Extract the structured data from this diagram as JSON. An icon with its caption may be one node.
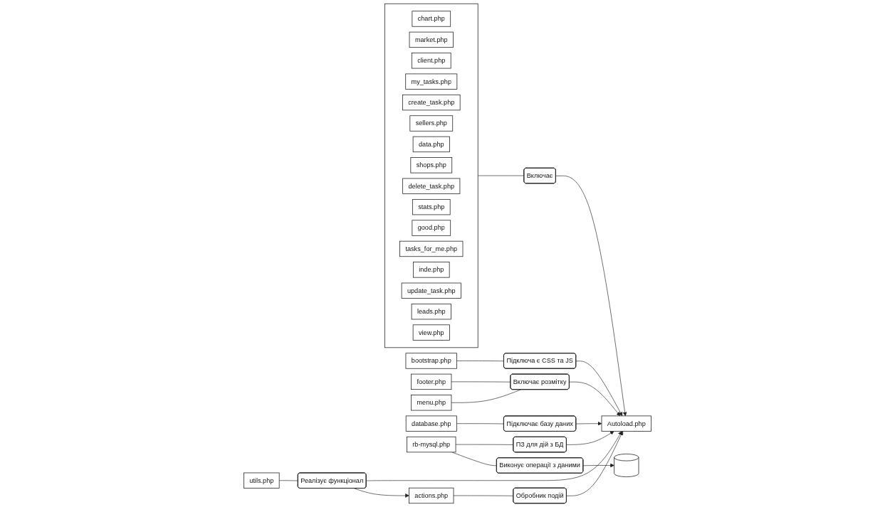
{
  "diagram": {
    "nodes": [
      {
        "text": [
          "bootstrap.php"
        ]
      },
      {
        "text": [
          "Підключа є CSS та JS"
        ]
      },
      {
        "text": [
          "footer.php"
        ]
      },
      {
        "text": [
          "Включає розмітку"
        ]
      },
      {
        "text": [
          "menu.php"
        ]
      },
      {
        "text": [
          "Autoload.php"
        ]
      },
      {
        "text": [],
        "shape": "box"
      },
      {
        "text": [
          "chart.php"
        ],
        "in": 6
      },
      {
        "text": [
          "market.php"
        ],
        "in": 6
      },
      {
        "text": [
          "client.php"
        ],
        "in": 6
      },
      {
        "text": [
          "my_tasks.php"
        ],
        "in": 6
      },
      {
        "text": [
          "create_task.php"
        ],
        "in": 6
      },
      {
        "text": [
          "sellers.php"
        ],
        "in": 6
      },
      {
        "text": [
          "data.php"
        ],
        "in": 6
      },
      {
        "text": [
          "shops.php"
        ],
        "in": 6
      },
      {
        "text": [
          "delete_task.php"
        ],
        "in": 6
      },
      {
        "text": [
          "stats.php"
        ],
        "in": 6
      },
      {
        "text": [
          "good.php"
        ],
        "in": 6
      },
      {
        "text": [
          "tasks_for_me.php"
        ],
        "in": 6
      },
      {
        "text": [
          "inde.php"
        ],
        "in": 6
      },
      {
        "text": [
          "update_task.php"
        ],
        "in": 6
      },
      {
        "text": [
          "leads.php"
        ],
        "in": 6
      },
      {
        "text": [
          "view.php"
        ],
        "in": 6
      },
      {
        "text": [
          "database.php"
        ]
      },
      {
        "text": [
          "Підключає базу даних"
        ]
      },
      {
        "text": [
          "Включає"
        ]
      },
      {
        "text": [
          "rb-mysql.php"
        ]
      },
      {
        "text": [
          "ПЗ для дій з БД"
        ]
      },
      {
        "text": [
          "Обробник подій"
        ]
      },
      {
        "text": [
          "utils.php"
        ]
      },
      {
        "text": [
          "Реалізує функціонал"
        ]
      },
      {
        "text": [
          "actions.php"
        ]
      },
      {
        "text": [
          "Виконує операції з даними"
        ]
      },
      {
        "text": [],
        "shape": "cylinder"
      }
    ],
    "edges": [
      {
        "from": 0,
        "to": 1,
        "arrow": "none"
      },
      {
        "from": 1,
        "to": 5,
        "arrow": "to"
      },
      {
        "from": 2,
        "to": 3,
        "arrow": "none"
      },
      {
        "from": 4,
        "to": 3,
        "arrow": "none"
      },
      {
        "from": 3,
        "to": 5,
        "arrow": "to"
      },
      {
        "from": 23,
        "to": 24,
        "arrow": "none"
      },
      {
        "from": 24,
        "to": 5,
        "arrow": "to"
      },
      {
        "from": 26,
        "to": 27,
        "arrow": "none"
      },
      {
        "from": 27,
        "to": 5,
        "arrow": "to"
      },
      {
        "from": 29,
        "to": 30,
        "arrow": "none"
      },
      {
        "from": 30,
        "to": 5,
        "arrow": "to"
      },
      {
        "from": 30,
        "to": 31,
        "arrow": "to"
      },
      {
        "from": 31,
        "to": 28,
        "arrow": "none"
      },
      {
        "from": 28,
        "to": 5,
        "arrow": "to"
      },
      {
        "from": 6,
        "to": 25,
        "arrow": "none"
      },
      {
        "from": 25,
        "to": 5,
        "arrow": "to"
      },
      {
        "from": 26,
        "to": 32,
        "arrow": "none"
      },
      {
        "from": 32,
        "to": 33,
        "arrow": "to"
      }
    ]
  }
}
